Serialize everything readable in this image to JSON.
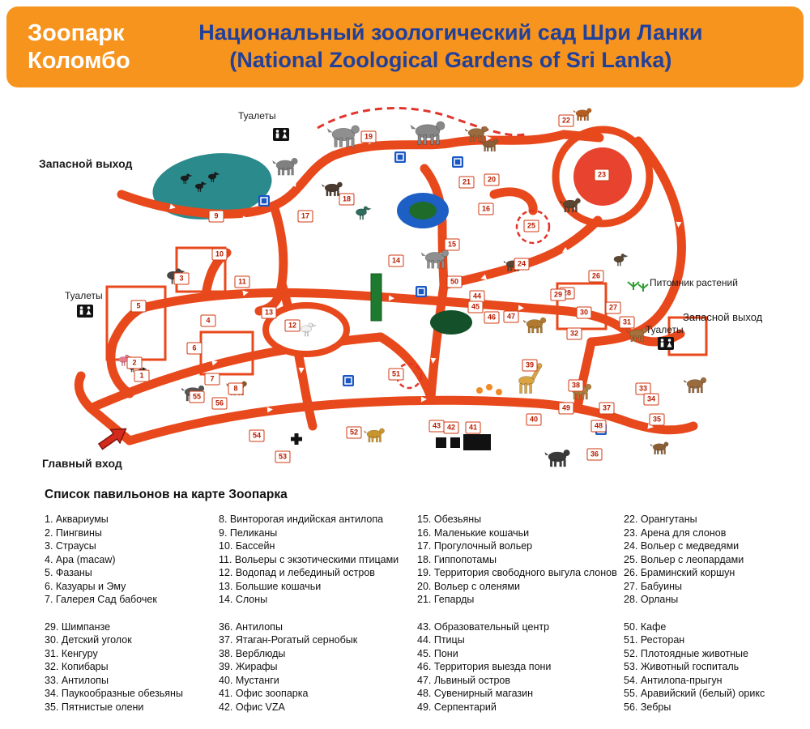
{
  "header": {
    "logo_line1": "Зоопарк",
    "logo_line2": "Коломбо",
    "title_line1": "Национальный зоологический сад Шри Ланки",
    "title_line2": "(National Zoological Gardens of Sri Lanka)"
  },
  "colors": {
    "banner": "#F7941E",
    "title_text": "#21409A",
    "road": "#E8491C",
    "arena_fill": "#E8432E",
    "pelican_pond": "#2B8A8C",
    "top_pond": "#1D5FC4"
  },
  "map": {
    "labels": {
      "exit_left": "Запасной выход",
      "exit_right": "Запасной выход",
      "toilets_top": "Туалеты",
      "toilets_left": "Туалеты",
      "toilets_right": "Туалеты",
      "plant_nursery": "Питомник растений",
      "main_entrance": "Главный вход"
    },
    "markers": [
      [
        1,
        175,
        352
      ],
      [
        2,
        166,
        336
      ],
      [
        3,
        224,
        232
      ],
      [
        4,
        257,
        284
      ],
      [
        5,
        171,
        266
      ],
      [
        6,
        240,
        318
      ],
      [
        7,
        262,
        356
      ],
      [
        8,
        291,
        368
      ],
      [
        9,
        267,
        155
      ],
      [
        10,
        271,
        202
      ],
      [
        11,
        299,
        236
      ],
      [
        12,
        361,
        290
      ],
      [
        13,
        332,
        274
      ],
      [
        14,
        489,
        210
      ],
      [
        15,
        558,
        190
      ],
      [
        16,
        600,
        146
      ],
      [
        17,
        377,
        155
      ],
      [
        18,
        428,
        134
      ],
      [
        19,
        455,
        57
      ],
      [
        20,
        607,
        110
      ],
      [
        21,
        576,
        113
      ],
      [
        22,
        699,
        37
      ],
      [
        23,
        743,
        104
      ],
      [
        24,
        644,
        214
      ],
      [
        25,
        656,
        167
      ],
      [
        26,
        736,
        229
      ],
      [
        27,
        757,
        268
      ],
      [
        28,
        700,
        250
      ],
      [
        29,
        689,
        252
      ],
      [
        30,
        721,
        274
      ],
      [
        31,
        774,
        286
      ],
      [
        32,
        709,
        300
      ],
      [
        33,
        794,
        368
      ],
      [
        34,
        804,
        381
      ],
      [
        35,
        811,
        406
      ],
      [
        36,
        734,
        449
      ],
      [
        37,
        749,
        392
      ],
      [
        38,
        711,
        364
      ],
      [
        39,
        654,
        339
      ],
      [
        40,
        659,
        406
      ],
      [
        41,
        584,
        416
      ],
      [
        42,
        557,
        416
      ],
      [
        43,
        539,
        414
      ],
      [
        44,
        589,
        254
      ],
      [
        45,
        587,
        267
      ],
      [
        46,
        607,
        280
      ],
      [
        47,
        631,
        279
      ],
      [
        48,
        739,
        414
      ],
      [
        49,
        699,
        392
      ],
      [
        50,
        561,
        236
      ],
      [
        51,
        489,
        350
      ],
      [
        52,
        437,
        422
      ],
      [
        53,
        349,
        452
      ],
      [
        54,
        317,
        426
      ],
      [
        55,
        243,
        378
      ],
      [
        56,
        271,
        386
      ]
    ],
    "animals": [
      [
        "quad",
        "hippo",
        352,
        92,
        1.1,
        "#808080"
      ],
      [
        "quad",
        "tapir",
        410,
        120,
        0.9,
        "#4a3a30"
      ],
      [
        "quad",
        "elephant",
        424,
        54,
        1.4,
        "#8f8f8f"
      ],
      [
        "quad",
        "elephant",
        528,
        50,
        1.5,
        "#878787"
      ],
      [
        "quad",
        "deer",
        588,
        52,
        1.0,
        "#9a6b3f"
      ],
      [
        "quad",
        "deer",
        604,
        66,
        0.8,
        "#8a5f36"
      ],
      [
        "quad",
        "orangutan",
        719,
        28,
        0.8,
        "#b55e20"
      ],
      [
        "bird",
        "peacock",
        446,
        150,
        1.2,
        "#2e6e5e"
      ],
      [
        "quad",
        "elephant",
        537,
        206,
        1.2,
        "#8f8f8f"
      ],
      [
        "quad",
        "monkey",
        633,
        214,
        0.8,
        "#5a4632"
      ],
      [
        "bird",
        "eagle",
        764,
        208,
        1.1,
        "#5b4632"
      ],
      [
        "quad",
        "lion",
        660,
        288,
        1.0,
        "#b07a30"
      ],
      [
        "tall",
        "giraffe",
        650,
        358,
        1.2,
        "#d9a441"
      ],
      [
        "quad",
        "camel",
        716,
        370,
        1.0,
        "#b08040"
      ],
      [
        "quad",
        "zebra",
        238,
        372,
        1.0,
        "#555555"
      ],
      [
        "quad",
        "goat",
        292,
        366,
        0.9,
        "#8a5a2a"
      ],
      [
        "quad",
        "buffalo",
        688,
        452,
        1.1,
        "#3a3a3a"
      ],
      [
        "quad",
        "leopard",
        462,
        424,
        0.9,
        "#c8952e"
      ],
      [
        "quad",
        "deer",
        858,
        362,
        1.0,
        "#9a6b3f"
      ],
      [
        "quad",
        "deer",
        814,
        440,
        0.8,
        "#8a5f36"
      ],
      [
        "bird",
        "ostrich",
        214,
        228,
        1.4,
        "#444444"
      ],
      [
        "bird",
        "pelican",
        228,
        108,
        0.9,
        "#1c1c1c"
      ],
      [
        "bird",
        "pelican",
        246,
        118,
        0.9,
        "#1c1c1c"
      ],
      [
        "bird",
        "pelican",
        262,
        106,
        0.9,
        "#1c1c1c"
      ],
      [
        "bird",
        "swan",
        378,
        294,
        1.2,
        "#f2f2f2"
      ],
      [
        "bird",
        "flamingo",
        152,
        332,
        1.0,
        "#e87a90"
      ],
      [
        "bird",
        "penguin",
        163,
        342,
        0.7,
        "#1c1c1c"
      ],
      [
        "bird",
        "penguin",
        174,
        346,
        0.7,
        "#1c1c1c"
      ],
      [
        "quad",
        "kangaroo",
        786,
        300,
        0.9,
        "#a4713c"
      ],
      [
        "quad",
        "bear",
        704,
        140,
        0.9,
        "#5d4630"
      ]
    ]
  },
  "legend": {
    "title": "Список павильонов на карте Зоопарка",
    "column_ranges": [
      [
        [
          1,
          7
        ],
        [
          29,
          35
        ]
      ],
      [
        [
          8,
          14
        ],
        [
          36,
          42
        ]
      ],
      [
        [
          15,
          21
        ],
        [
          43,
          49
        ]
      ],
      [
        [
          22,
          28
        ],
        [
          50,
          56
        ]
      ]
    ],
    "items": [
      "Аквариумы",
      "Пингвины",
      "Страусы",
      "Ара (macaw)",
      "Фазаны",
      "Казуары и Эму",
      "Галерея Сад бабочек",
      "Винторогая индийская антилопа",
      "Пеликаны",
      "Бассейн",
      "Вольеры с экзотическими птицами",
      "Водопад и лебединый остров",
      "Большие кошачьи",
      "Слоны",
      "Обезьяны",
      "Маленькие кошачьи",
      "Прогулочный вольер",
      "Гиппопотамы",
      "Территория свободного выгула слонов",
      "Вольер с оленями",
      "Гепарды",
      "Орангутаны",
      "Арена для слонов",
      "Вольер с медведями",
      "Вольер с леопардами",
      "Браминский коршун",
      "Бабуины",
      "Орланы",
      "Шимпанзе",
      "Детский уголок",
      "Кенгуру",
      "Копибары",
      "Антилопы",
      "Паукообразные обезьяны",
      "Пятнистые олени",
      "Антилопы",
      "Ятаган-Рогатый сернобык",
      "Верблюды",
      "Жирафы",
      "Мустанги",
      "Офис зоопарка",
      "Офис VZA",
      "Образовательный центр",
      "Птицы",
      "Пони",
      "Территория выезда пони",
      "Львиный остров",
      "Сувенирный магазин",
      "Серпентарий",
      "Кафе",
      "Ресторан",
      "Плотоядные животные",
      "Животный госпиталь",
      "Антилопа-прыгун",
      "Аравийский (белый) орикс",
      "Зебры"
    ]
  }
}
